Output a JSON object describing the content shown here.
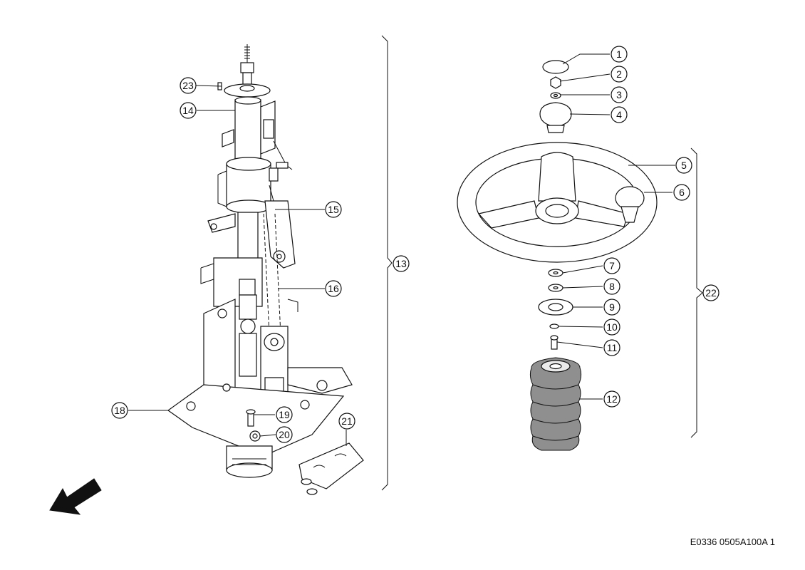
{
  "callouts": [
    {
      "id": "1",
      "label": "1"
    },
    {
      "id": "2",
      "label": "2"
    },
    {
      "id": "3",
      "label": "3"
    },
    {
      "id": "4",
      "label": "4"
    },
    {
      "id": "5",
      "label": "5"
    },
    {
      "id": "6",
      "label": "6"
    },
    {
      "id": "7",
      "label": "7"
    },
    {
      "id": "8",
      "label": "8"
    },
    {
      "id": "9",
      "label": "9"
    },
    {
      "id": "10",
      "label": "10"
    },
    {
      "id": "11",
      "label": "11"
    },
    {
      "id": "12",
      "label": "12"
    },
    {
      "id": "13",
      "label": "13"
    },
    {
      "id": "14",
      "label": "14"
    },
    {
      "id": "15",
      "label": "15"
    },
    {
      "id": "16",
      "label": "16"
    },
    {
      "id": "18",
      "label": "18"
    },
    {
      "id": "19",
      "label": "19"
    },
    {
      "id": "20",
      "label": "20"
    },
    {
      "id": "21",
      "label": "21"
    },
    {
      "id": "22",
      "label": "22"
    },
    {
      "id": "23",
      "label": "23"
    }
  ],
  "reference_code": "E0336 0505A100A 1",
  "colors": {
    "ink": "#111111",
    "boot": "#8f8f8f",
    "background": "#ffffff"
  },
  "icons": {
    "direction_arrow": "front-direction-arrow-icon"
  }
}
